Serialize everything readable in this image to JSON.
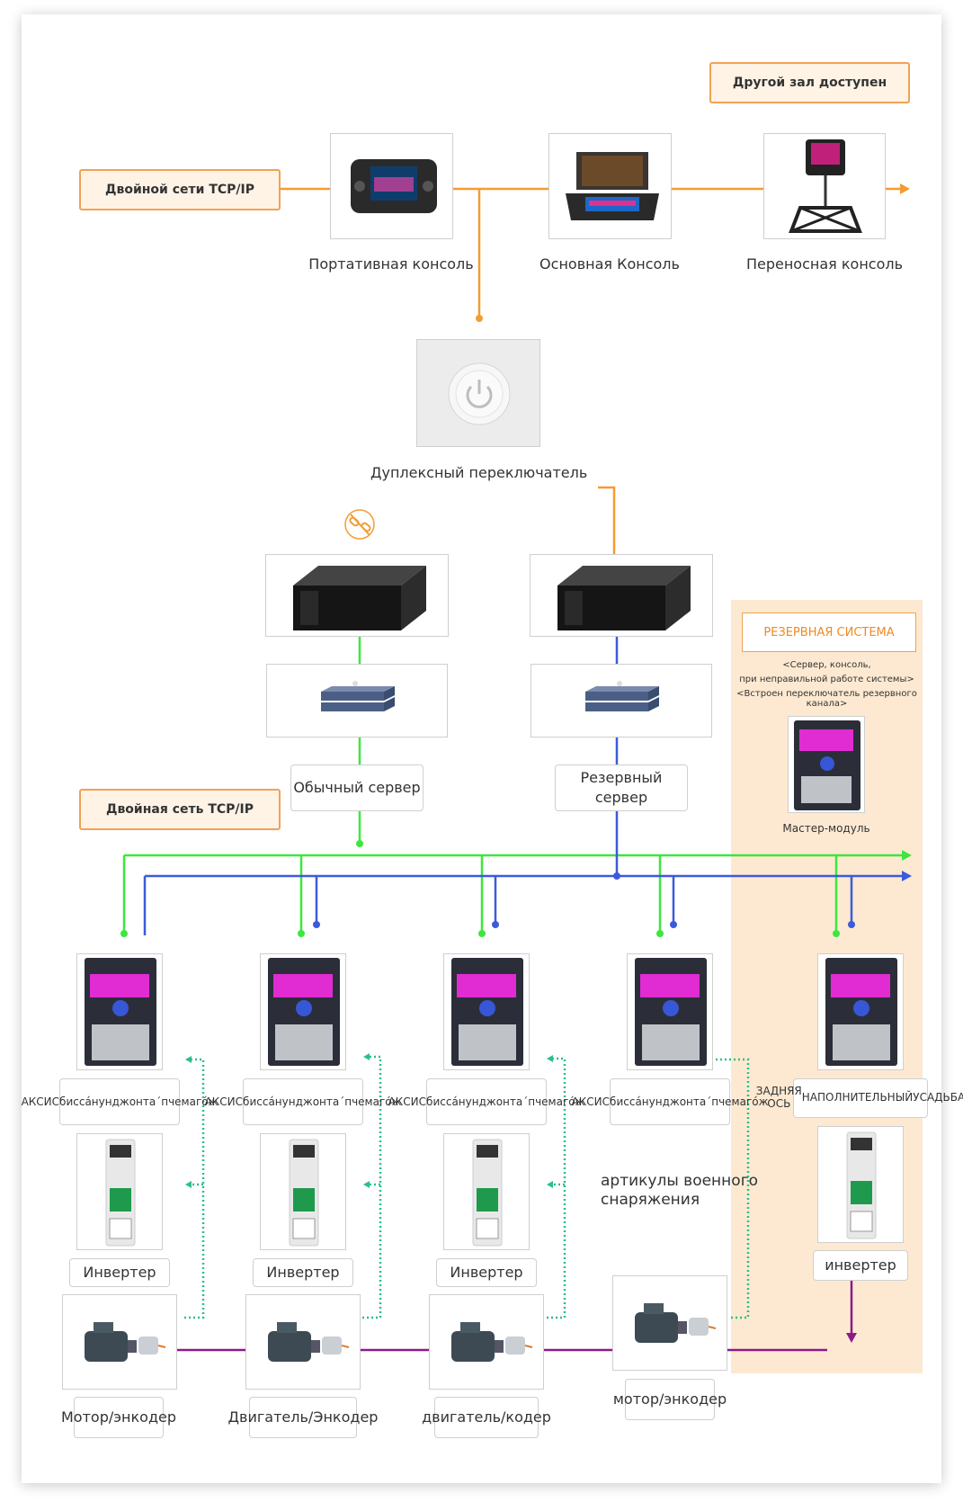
{
  "top": {
    "other_hall": "Другой зал доступен",
    "dual_tcp_top": "Двойной сети TCP/IP",
    "dual_tcp_mid": "Двойная сеть TCP/IP"
  },
  "consoles": [
    {
      "label": "Портативная консоль"
    },
    {
      "label": "Основная Консоль"
    },
    {
      "label": "Переносная консоль"
    }
  ],
  "duplex_switch": {
    "label": "Дуплексный переключатель"
  },
  "servers": {
    "normal": "Обычный сервер",
    "backup": "Резервный сервер"
  },
  "reserve": {
    "title": "РЕЗЕРВНАЯ СИСТЕМА",
    "line1": "<Сервер, консоль,",
    "line2": "при неправильной работе системы>",
    "line3": "<Встроен переключатель резервного канала>",
    "master": "Мастер-модуль"
  },
  "axis_units": [
    {
      "line1": "АКСИС",
      "line2": "биссáнунджонта",
      "line3": "ˊпчемагóж",
      "inverter": "Инвертер",
      "motor1": "Мотор/",
      "motor2": "энкодер"
    },
    {
      "line1": "АКСИС",
      "line2": "биссáнунджонта",
      "line3": "ˊпчемагóж",
      "inverter": "Инвертер",
      "motor1": "Двигатель/",
      "motor2": "Энкодер"
    },
    {
      "line1": "АКСИС",
      "line2": "биссáнунджонта",
      "line3": "ˊпчемагóж",
      "inverter": "Инвертер",
      "motor1": "двигатель/",
      "motor2": "кодер"
    },
    {
      "line1": "АКСИС",
      "line2": "биссáнунджонта",
      "line3": "ˊпчемагóж",
      "motor1": "мотор/",
      "motor2": "энкодер"
    },
    {
      "line1": "ЗАДНЯЯ ОСЬ",
      "line2": "НАПОЛНИТЕЛЬНЫЙ",
      "line3": "УСАДЬБА",
      "inverter": "инвертер"
    }
  ],
  "military": {
    "line1": "артикулы военного",
    "line2": "снаряжения"
  },
  "colors": {
    "orange": "#f39c34",
    "green": "#3ee63e",
    "blue": "#3b5bdb",
    "purple": "#8b1a8b",
    "teal": "#2cbf8c",
    "reserve_bg": "#fde9d1"
  }
}
